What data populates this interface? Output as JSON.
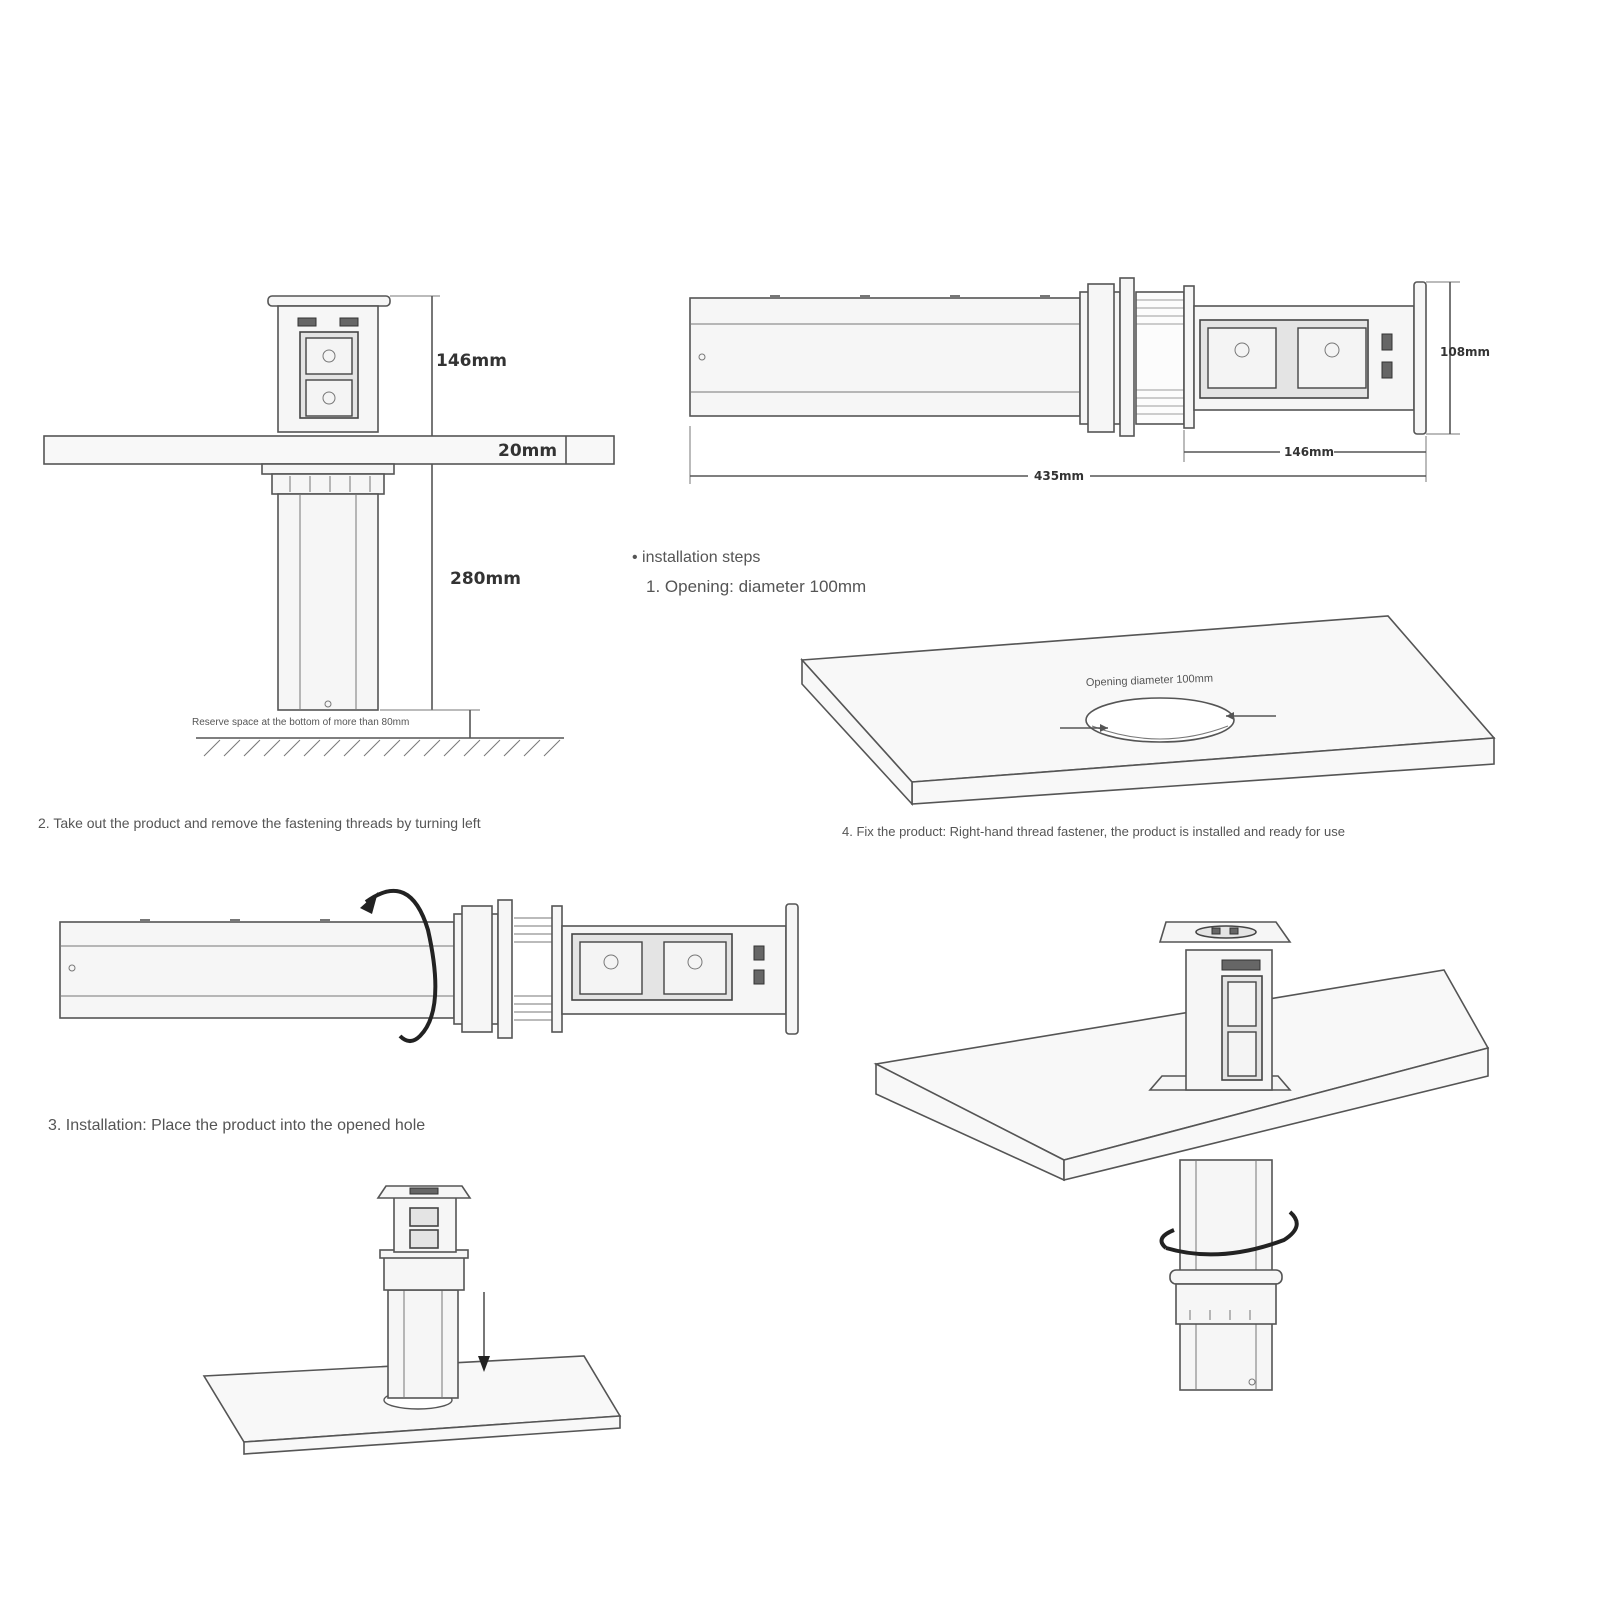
{
  "dimensions": {
    "front_height_top": "146mm",
    "front_board_thickness": "20mm",
    "front_height_bottom": "280mm",
    "side_height": "108mm",
    "side_top_length": "146mm",
    "side_total_length": "435mm"
  },
  "reserve_note": "Reserve space at the bottom of more than 80mm",
  "steps": {
    "header": "• installation steps",
    "step1": "1. Opening: diameter 100mm",
    "step1_board_label": "Opening diameter 100mm",
    "step2": "2. Take out the product and remove the fastening threads by turning left",
    "step3": "3. Installation: Place the product into the opened hole",
    "step4": "4. Fix the product: Right-hand thread fastener, the product is installed and ready for use"
  }
}
